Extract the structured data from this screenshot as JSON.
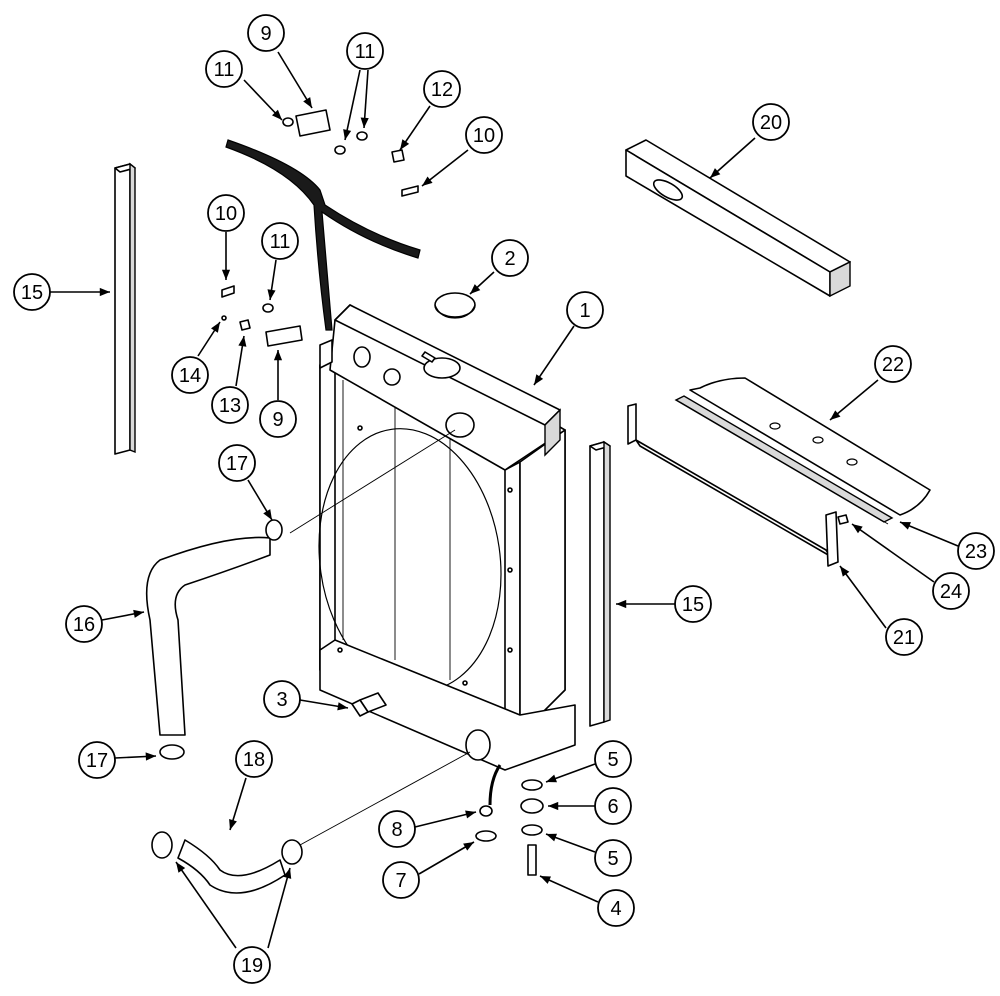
{
  "callouts": [
    {
      "id": "c11a",
      "label": "11"
    },
    {
      "id": "c9a",
      "label": "9"
    },
    {
      "id": "c11b",
      "label": "11"
    },
    {
      "id": "c12",
      "label": "12"
    },
    {
      "id": "c10a",
      "label": "10"
    },
    {
      "id": "c20",
      "label": "20"
    },
    {
      "id": "c15a",
      "label": "15"
    },
    {
      "id": "c10b",
      "label": "10"
    },
    {
      "id": "c11c",
      "label": "11"
    },
    {
      "id": "c2",
      "label": "2"
    },
    {
      "id": "c1",
      "label": "1"
    },
    {
      "id": "c14",
      "label": "14"
    },
    {
      "id": "c13",
      "label": "13"
    },
    {
      "id": "c9b",
      "label": "9"
    },
    {
      "id": "c22",
      "label": "22"
    },
    {
      "id": "c17a",
      "label": "17"
    },
    {
      "id": "c23",
      "label": "23"
    },
    {
      "id": "c24",
      "label": "24"
    },
    {
      "id": "c16",
      "label": "16"
    },
    {
      "id": "c15b",
      "label": "15"
    },
    {
      "id": "c21",
      "label": "21"
    },
    {
      "id": "c3",
      "label": "3"
    },
    {
      "id": "c17b",
      "label": "17"
    },
    {
      "id": "c18",
      "label": "18"
    },
    {
      "id": "c5a",
      "label": "5"
    },
    {
      "id": "c6",
      "label": "6"
    },
    {
      "id": "c8",
      "label": "8"
    },
    {
      "id": "c5b",
      "label": "5"
    },
    {
      "id": "c7",
      "label": "7"
    },
    {
      "id": "c4",
      "label": "4"
    },
    {
      "id": "c19",
      "label": "19"
    }
  ]
}
